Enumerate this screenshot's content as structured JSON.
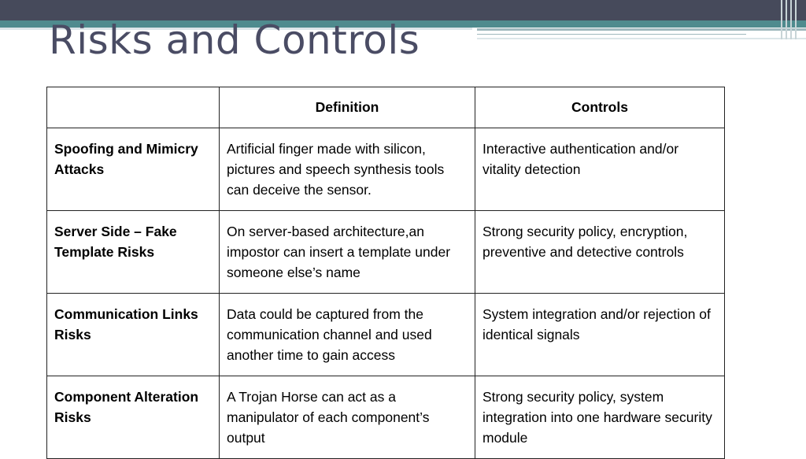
{
  "slide": {
    "title": "Risks and Controls"
  },
  "table": {
    "headers": [
      "",
      "Definition",
      "Controls"
    ],
    "rows": [
      {
        "risk": "Spoofing and Mimicry Attacks",
        "definition": "Artificial finger made with silicon, pictures and speech synthesis tools can deceive the sensor.",
        "controls": "Interactive authentication and/or vitality detection"
      },
      {
        "risk": "Server Side – Fake Template Risks",
        "definition": "On server-based architecture,an impostor can insert a template under someone else’s name",
        "controls": "Strong security policy, encryption, preventive and detective controls"
      },
      {
        "risk": "Communication Links Risks",
        "definition": "Data could be captured from the communication channel and used another time to gain access",
        "controls": "System integration and/or rejection of identical signals"
      },
      {
        "risk": "Component Alteration Risks",
        "definition": "A Trojan Horse can act as a manipulator of each component’s output",
        "controls": "Strong security policy, system integration into one hardware security module"
      }
    ]
  },
  "colors": {
    "top_band": "#464a5b",
    "teal_band": "#4f8b8e",
    "title_text": "#4a4c64"
  }
}
